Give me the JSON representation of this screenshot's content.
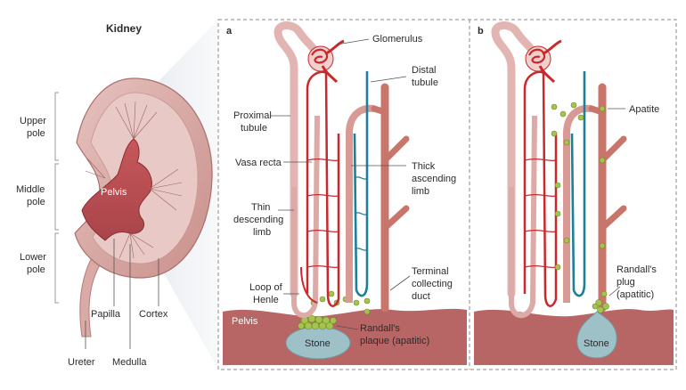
{
  "figure": {
    "kidney_title": "Kidney",
    "kidney": {
      "upper_pole": [
        "Upper",
        "pole"
      ],
      "middle_pole": [
        "Middle",
        "pole"
      ],
      "lower_pole": [
        "Lower",
        "pole"
      ],
      "pelvis": "Pelvis",
      "papilla": "Papilla",
      "cortex": "Cortex",
      "ureter": "Ureter",
      "medulla": "Medulla"
    },
    "panel_a": {
      "letter": "a",
      "glomerulus": "Glomerulus",
      "distal_tubule": [
        "Distal",
        "tubule"
      ],
      "proximal_tubule": [
        "Proximal",
        "tubule"
      ],
      "vasa_recta": "Vasa recta",
      "thick_ascending_limb": [
        "Thick",
        "ascending",
        "limb"
      ],
      "thin_descending_limb": [
        "Thin",
        "descending",
        "limb"
      ],
      "terminal_collecting_duct": [
        "Terminal",
        "collecting",
        "duct"
      ],
      "loop_of_henle": [
        "Loop of",
        "Henle"
      ],
      "pelvis": "Pelvis",
      "stone": "Stone",
      "randalls_plaque": [
        "Randall's",
        "plaque (apatitic)"
      ]
    },
    "panel_b": {
      "letter": "b",
      "apatite": "Apatite",
      "randalls_plug": [
        "Randall's",
        "plug",
        "(apatitic)"
      ],
      "stone": "Stone"
    },
    "colors": {
      "tubule": "#e3b5b2",
      "artery": "#c9282d",
      "vein": "#1f7f96",
      "duct": "#c8766b",
      "pelvis_tissue": "#b85a5a",
      "stone": "#9ec1c7",
      "apatite": "#a5c44e",
      "kidney_pelvis": "#c0202f",
      "kidney_cortex": "#d9aaa6"
    }
  }
}
